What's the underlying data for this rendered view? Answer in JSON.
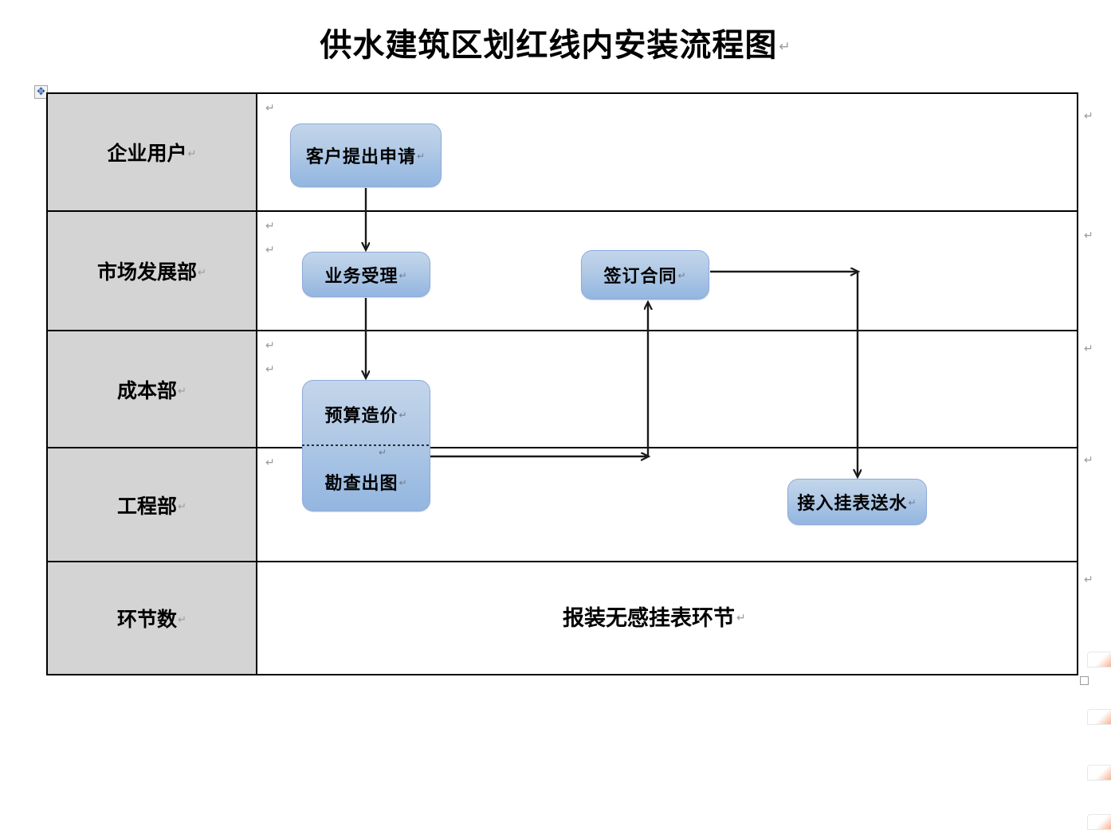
{
  "document": {
    "title": "供水建筑区划红线内安装流程图",
    "pilcrow": "↵"
  },
  "table": {
    "move_handle_icon": "✥",
    "rows": [
      {
        "label": "企业用户",
        "pilcrow": "↵"
      },
      {
        "label": "市场发展部",
        "pilcrow": "↵"
      },
      {
        "label": "成本部",
        "pilcrow": "↵"
      },
      {
        "label": "工程部",
        "pilcrow": "↵"
      },
      {
        "label": "环节数",
        "pilcrow": "↵"
      }
    ],
    "row_end_marks": [
      "↵",
      "↵",
      "↵",
      "↵",
      "↵"
    ],
    "cell_marks": [
      "↵",
      "↵",
      "↵",
      "↵",
      "↵",
      "↵",
      "↵",
      "↵"
    ]
  },
  "flow": {
    "nodes": [
      {
        "id": "apply",
        "label": "客户提出申请",
        "pilcrow": "↵",
        "row": "企业用户"
      },
      {
        "id": "accept",
        "label": "业务受理",
        "pilcrow": "↵",
        "row": "市场发展部"
      },
      {
        "id": "contract",
        "label": "签订合同",
        "pilcrow": "↵",
        "row": "市场发展部"
      },
      {
        "id": "budget",
        "label": "预算造价",
        "pilcrow": "↵",
        "row": "成本部"
      },
      {
        "id": "survey",
        "label": "勘查出图",
        "pilcrow": "↵",
        "row": "工程部"
      },
      {
        "id": "connect",
        "label": "接入挂表送水",
        "pilcrow": "↵",
        "row": "工程部"
      }
    ],
    "mid_mark": "↵",
    "edges": [
      {
        "from": "apply",
        "to": "accept",
        "direction": "down"
      },
      {
        "from": "accept",
        "to": "budget",
        "direction": "down"
      },
      {
        "from": "survey",
        "to": "contract",
        "direction": "right-up"
      },
      {
        "from": "contract",
        "to": "connect",
        "direction": "right-down"
      }
    ]
  },
  "summary": {
    "text": "报装无感挂表环节",
    "pilcrow": "↵"
  },
  "colors": {
    "box_fill_top": "#c2d5ea",
    "box_fill_bottom": "#94b6df",
    "box_border": "#8eaadb",
    "row_label_bg": "#d4d4d4",
    "table_border": "#000000",
    "connector": "#1a1a1a",
    "handle_accent": "#2a5db0"
  }
}
